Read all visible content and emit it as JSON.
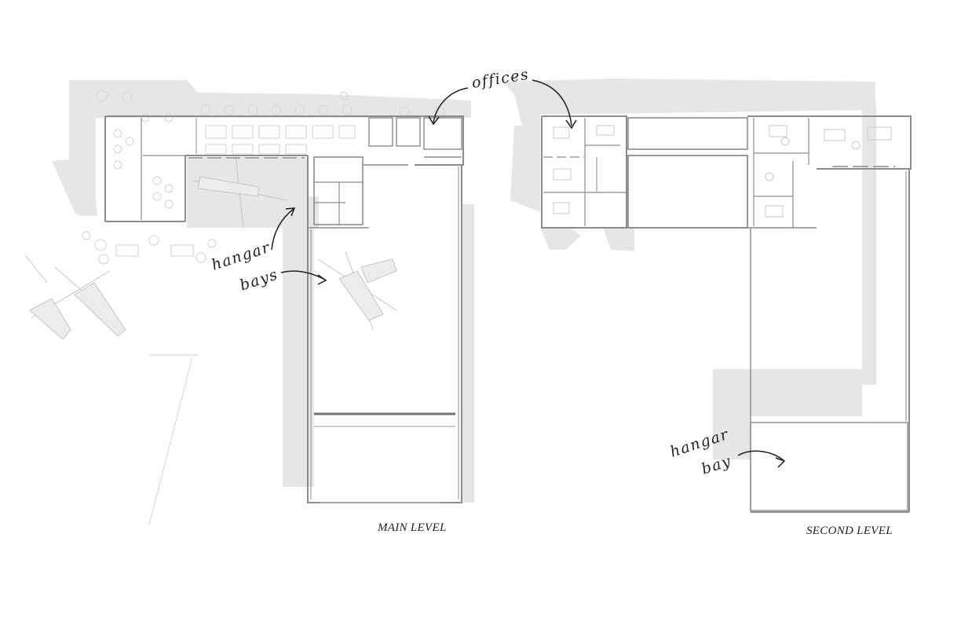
{
  "labels": {
    "main_level": "MAIN LEVEL",
    "second_level": "SECOND LEVEL"
  },
  "annotations": {
    "offices": "offices",
    "hangar_bays_line1": "hangar",
    "hangar_bays_line2": "bays",
    "hangar_bay_line1": "hangar",
    "hangar_bay_line2": "bay"
  },
  "colors": {
    "shadow": "#e4e4e4",
    "wall": "#8c8c8c",
    "fine_line": "#c9c9c9",
    "ink": "#1e1e1e"
  }
}
